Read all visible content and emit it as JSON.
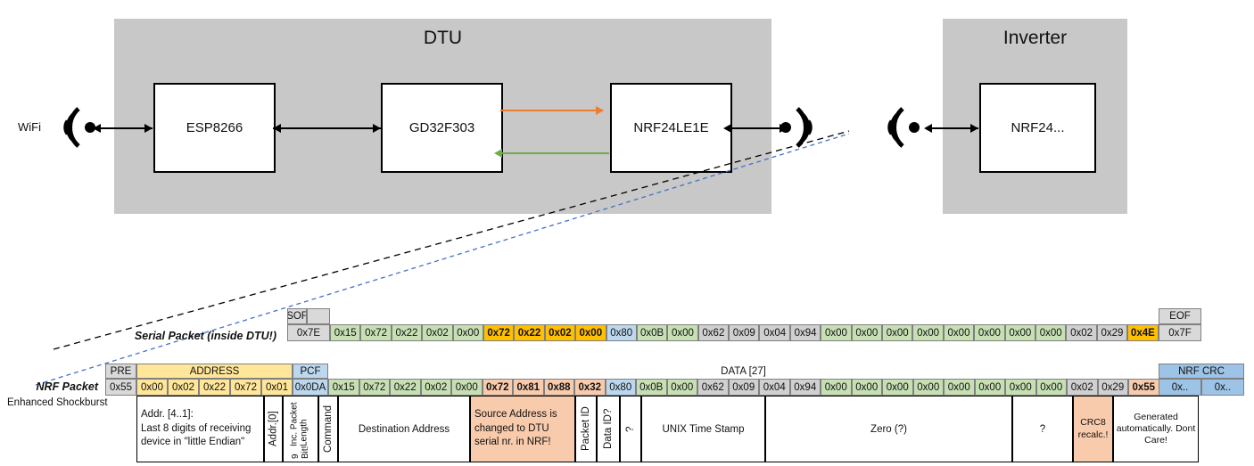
{
  "diagram": {
    "dtu": {
      "title": "DTU",
      "chips": [
        {
          "label": "ESP8266"
        },
        {
          "label": "GD32F303"
        },
        {
          "label": "NRF24LE1E"
        }
      ],
      "wifi_label": "WiFi"
    },
    "inverter": {
      "title": "Inverter",
      "chips": [
        {
          "label": "NRF24..."
        }
      ]
    },
    "arrow_colors": {
      "orange": "#ED7D31",
      "green": "#70AD47",
      "black": "#000000"
    },
    "callout_colors": {
      "serial": "#000000",
      "nrf": "#4472C4"
    }
  },
  "serial_packet": {
    "label": "Serial Packet (inside DTU!)",
    "header": [
      {
        "text": "SOF",
        "style": "grey",
        "span": 1
      },
      {
        "text": "",
        "style": "grey",
        "span": 1
      }
    ],
    "sof": {
      "text": "0x7E",
      "style": "grey"
    },
    "eof_header": "EOF",
    "eof": {
      "text": "0x7F",
      "style": "grey"
    },
    "bytes": [
      {
        "text": "0x15",
        "style": "green"
      },
      {
        "text": "0x72",
        "style": "green"
      },
      {
        "text": "0x22",
        "style": "green"
      },
      {
        "text": "0x02",
        "style": "green"
      },
      {
        "text": "0x00",
        "style": "green"
      },
      {
        "text": "0x72",
        "style": "amber",
        "bold": true
      },
      {
        "text": "0x22",
        "style": "amber",
        "bold": true
      },
      {
        "text": "0x02",
        "style": "amber",
        "bold": true
      },
      {
        "text": "0x00",
        "style": "amber",
        "bold": true
      },
      {
        "text": "0x80",
        "style": "blue"
      },
      {
        "text": "0x0B",
        "style": "green"
      },
      {
        "text": "0x00",
        "style": "green"
      },
      {
        "text": "0x62",
        "style": "lgrey"
      },
      {
        "text": "0x09",
        "style": "lgrey"
      },
      {
        "text": "0x04",
        "style": "lgrey"
      },
      {
        "text": "0x94",
        "style": "lgrey"
      },
      {
        "text": "0x00",
        "style": "green"
      },
      {
        "text": "0x00",
        "style": "green"
      },
      {
        "text": "0x00",
        "style": "green"
      },
      {
        "text": "0x00",
        "style": "green"
      },
      {
        "text": "0x00",
        "style": "green"
      },
      {
        "text": "0x00",
        "style": "green"
      },
      {
        "text": "0x00",
        "style": "green"
      },
      {
        "text": "0x00",
        "style": "green"
      },
      {
        "text": "0x02",
        "style": "lgrey"
      },
      {
        "text": "0x29",
        "style": "lgrey"
      },
      {
        "text": "0x4E",
        "style": "amber",
        "bold": true
      }
    ]
  },
  "nrf_packet": {
    "label": "NRF Packet",
    "sublabel": "Enhanced Shockburst",
    "headers": [
      {
        "text": "PRE",
        "style": "grey"
      },
      {
        "text": "ADDRESS",
        "style": "paleyellow"
      },
      {
        "text": "PCF",
        "style": "blue"
      },
      {
        "text": "DATA [27]",
        "style": "blank"
      },
      {
        "text": "NRF CRC",
        "style": "periwinkle"
      }
    ],
    "pre": {
      "text": "0x55",
      "style": "grey"
    },
    "address": [
      {
        "text": "0x00",
        "style": "paleyellow"
      },
      {
        "text": "0x02",
        "style": "paleyellow"
      },
      {
        "text": "0x22",
        "style": "paleyellow"
      },
      {
        "text": "0x72",
        "style": "paleyellow"
      },
      {
        "text": "0x01",
        "style": "paleyellow"
      }
    ],
    "pcf": {
      "text": "0x0DA",
      "style": "blue"
    },
    "data": [
      {
        "text": "0x15",
        "style": "green"
      },
      {
        "text": "0x72",
        "style": "green"
      },
      {
        "text": "0x22",
        "style": "green"
      },
      {
        "text": "0x02",
        "style": "green"
      },
      {
        "text": "0x00",
        "style": "green"
      },
      {
        "text": "0x72",
        "style": "salmon",
        "bold": true
      },
      {
        "text": "0x81",
        "style": "salmon",
        "bold": true
      },
      {
        "text": "0x88",
        "style": "salmon",
        "bold": true
      },
      {
        "text": "0x32",
        "style": "salmon",
        "bold": true
      },
      {
        "text": "0x80",
        "style": "blue"
      },
      {
        "text": "0x0B",
        "style": "green"
      },
      {
        "text": "0x00",
        "style": "green"
      },
      {
        "text": "0x62",
        "style": "lgrey"
      },
      {
        "text": "0x09",
        "style": "lgrey"
      },
      {
        "text": "0x04",
        "style": "lgrey"
      },
      {
        "text": "0x94",
        "style": "lgrey"
      },
      {
        "text": "0x00",
        "style": "green"
      },
      {
        "text": "0x00",
        "style": "green"
      },
      {
        "text": "0x00",
        "style": "green"
      },
      {
        "text": "0x00",
        "style": "green"
      },
      {
        "text": "0x00",
        "style": "green"
      },
      {
        "text": "0x00",
        "style": "green"
      },
      {
        "text": "0x00",
        "style": "green"
      },
      {
        "text": "0x00",
        "style": "green"
      },
      {
        "text": "0x02",
        "style": "lgrey"
      },
      {
        "text": "0x29",
        "style": "lgrey"
      },
      {
        "text": "0x55",
        "style": "salmon",
        "bold": true
      }
    ],
    "crc": [
      {
        "text": "0x..",
        "style": "periwinkle"
      },
      {
        "text": "0x..",
        "style": "periwinkle"
      }
    ]
  },
  "descriptions": {
    "address": "Addr. [4..1]:\nLast 8 digits of receiving device in \"little Endian\"",
    "addr0": "Addr.[0]",
    "pcf_bit": "9 Bit!",
    "pcf_len": "Inc. Packet Length",
    "command": "Command",
    "destination": "Destination Address",
    "source": "Source Address is changed to DTU serial nr. in NRF!",
    "packet_id": "Packet ID",
    "data_id": "Data ID?",
    "unknown_tilde": "?",
    "unix": "UNIX Time Stamp",
    "zero": "Zero (?)",
    "question": "?",
    "crc8": "CRC8 recalc.!",
    "nrfcrc": "Generated automatically. Dont Care!"
  }
}
